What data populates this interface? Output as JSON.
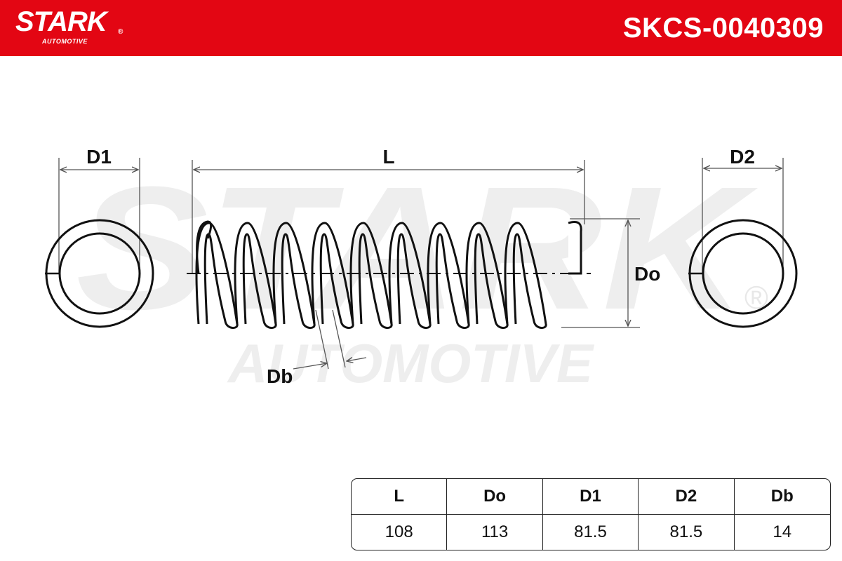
{
  "header": {
    "brand": "STARK",
    "brand_sub": "AUTOMOTIVE",
    "registered_mark": "®",
    "part_number": "SKCS-0040309",
    "background_color": "#e30613"
  },
  "watermark": {
    "line1": "STARK",
    "line2": "AUTOMOTIVE",
    "registered_mark": "®"
  },
  "diagram": {
    "labels": {
      "d1": "D1",
      "l": "L",
      "d2": "D2",
      "do": "Do",
      "db": "Db"
    }
  },
  "specs": {
    "headers": [
      "L",
      "Do",
      "D1",
      "D2",
      "Db"
    ],
    "values": [
      "108",
      "113",
      "81.5",
      "81.5",
      "14"
    ]
  }
}
